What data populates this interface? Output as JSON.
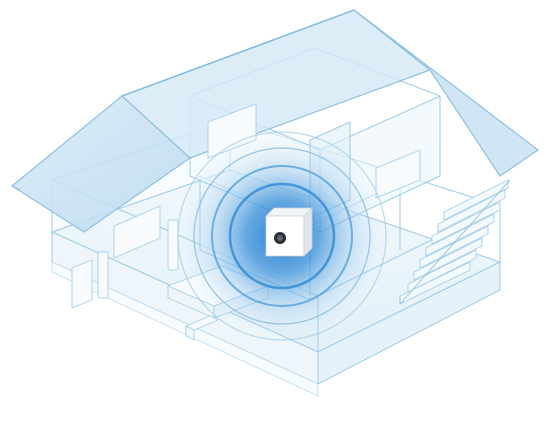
{
  "caption": "",
  "colors": {
    "wall_line": "#9fcbe8",
    "roof_fill": "#cfe5f4",
    "signal": "#3a8fd8",
    "floor_fill": "#e9f3fa",
    "device_body": "#ffffff",
    "device_shadow": "#c9d2da"
  },
  "icons": {
    "house": "house-illustration",
    "router": "router-device-icon",
    "signal": "wifi-signal-rings",
    "stairs": "staircase",
    "furniture": "furniture-outline"
  }
}
